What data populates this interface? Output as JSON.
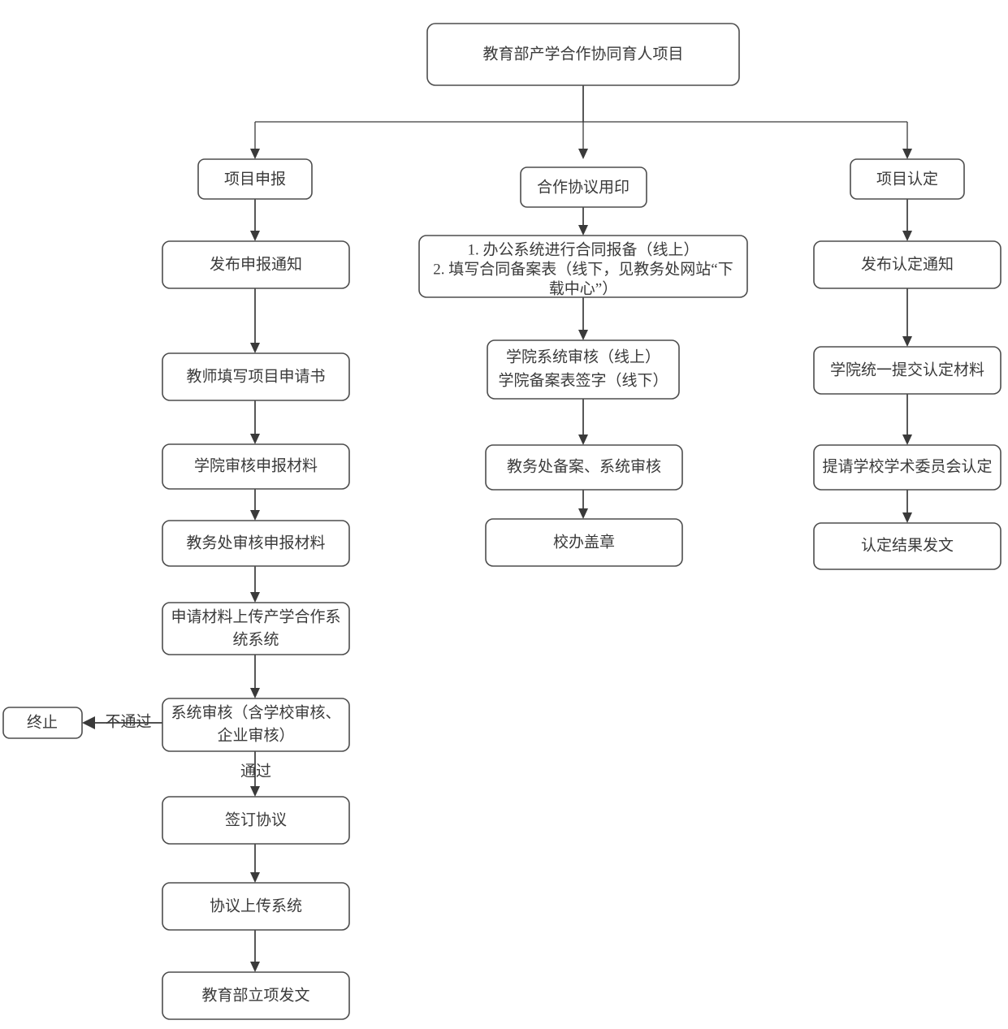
{
  "diagram": {
    "title_node": {
      "label": "教育部产学合作协同育人项目"
    },
    "branches": [
      {
        "id": "branch-application",
        "label": "项目申报"
      },
      {
        "id": "branch-agreement-seal",
        "label": "合作协议用印"
      },
      {
        "id": "branch-accreditation",
        "label": "项目认定"
      }
    ],
    "column_left": {
      "steps": [
        {
          "id": "publish-application-notice",
          "lines": [
            "发布申报通知"
          ]
        },
        {
          "id": "teacher-fill-application",
          "lines": [
            "教师填写项目申请书"
          ]
        },
        {
          "id": "college-review-materials",
          "lines": [
            "学院审核申报材料"
          ]
        },
        {
          "id": "academic-affairs-review-materials",
          "lines": [
            "教务处审核申报材料"
          ]
        },
        {
          "id": "upload-materials-to-system",
          "lines": [
            "申请材料上传产学合作系",
            "统系统"
          ]
        },
        {
          "id": "system-review-decision",
          "lines": [
            "系统审核（含学校审核、",
            "企业审核）"
          ]
        },
        {
          "id": "sign-agreement",
          "lines": [
            "签订协议"
          ]
        },
        {
          "id": "upload-agreement-system",
          "lines": [
            "协议上传系统"
          ]
        },
        {
          "id": "ministry-approval-document",
          "lines": [
            "教育部立项发文"
          ]
        }
      ],
      "terminate_node": {
        "id": "terminate",
        "label": "终止"
      },
      "edge_labels": {
        "fail": "不通过",
        "pass": "通过"
      }
    },
    "column_middle": {
      "steps": [
        {
          "id": "contract-filing",
          "lines": [
            "1. 办公系统进行合同报备（线上）",
            "2. 填写合同备案表（线下，见教务处网站“下",
            "载中心”）"
          ]
        },
        {
          "id": "college-system-review",
          "lines": [
            "学院系统审核（线上）",
            "学院备案表签字（线下）"
          ]
        },
        {
          "id": "academic-affairs-filing-review",
          "lines": [
            "教务处备案、系统审核"
          ]
        },
        {
          "id": "school-office-seal",
          "lines": [
            "校办盖章"
          ]
        }
      ]
    },
    "column_right": {
      "steps": [
        {
          "id": "publish-accreditation-notice",
          "lines": [
            "发布认定通知"
          ]
        },
        {
          "id": "college-submit-accreditation-materials",
          "lines": [
            "学院统一提交认定材料"
          ]
        },
        {
          "id": "request-academic-committee",
          "lines": [
            "提请学校学术委员会认定"
          ]
        },
        {
          "id": "accreditation-result-document",
          "lines": [
            "认定结果发文"
          ]
        }
      ]
    },
    "colors": {
      "box_stroke": "#4d4d4d",
      "text": "#3a3a3a",
      "edge": "#3a3a3a",
      "background": "#ffffff"
    }
  }
}
